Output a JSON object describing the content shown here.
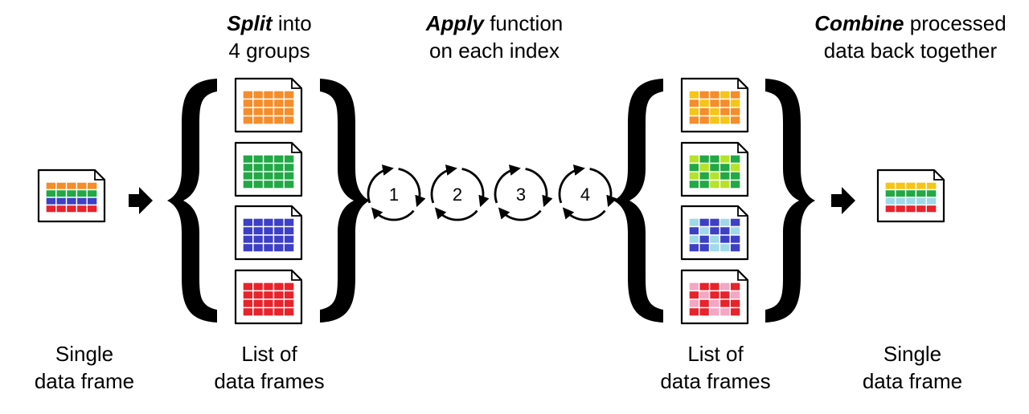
{
  "headings": {
    "split": {
      "em": "Split",
      "rest": " into",
      "line2": "4 groups"
    },
    "apply": {
      "em": "Apply",
      "rest": " function",
      "line2": "on each index"
    },
    "combine": {
      "em": "Combine",
      "rest": " processed",
      "line2": "data back together"
    }
  },
  "bottom_labels": {
    "left_single": {
      "line1": "Single",
      "line2": "data frame"
    },
    "left_list": {
      "line1": "List of",
      "line2": "data frames"
    },
    "right_list": {
      "line1": "List of",
      "line2": "data frames"
    },
    "right_single": {
      "line1": "Single",
      "line2": "data frame"
    }
  },
  "apply_steps": [
    "1",
    "2",
    "3",
    "4"
  ],
  "colors": {
    "orange": "#f58d2b",
    "green": "#22a845",
    "blue": "#3d3fc6",
    "red": "#e8232b",
    "yellow": "#f5c518",
    "lime": "#b7e22a",
    "light_blue": "#9fd9ea",
    "pink": "#f2a7c4"
  },
  "groups_left": [
    {
      "name": "orange",
      "cells": [
        "orange"
      ]
    },
    {
      "name": "green",
      "cells": [
        "green"
      ]
    },
    {
      "name": "blue",
      "cells": [
        "blue"
      ]
    },
    {
      "name": "red",
      "cells": [
        "red"
      ]
    }
  ],
  "groups_right": [
    {
      "name": "orange-processed",
      "cells": [
        "yellow",
        "orange"
      ]
    },
    {
      "name": "green-processed",
      "cells": [
        "lime",
        "green"
      ]
    },
    {
      "name": "blue-processed",
      "cells": [
        "light_blue",
        "blue"
      ]
    },
    {
      "name": "red-processed",
      "cells": [
        "pink",
        "red"
      ]
    }
  ],
  "single_left_rows": [
    "orange",
    "green",
    "blue",
    "red"
  ],
  "single_right_rows": [
    "yellow",
    "green",
    "light_blue",
    "red"
  ]
}
